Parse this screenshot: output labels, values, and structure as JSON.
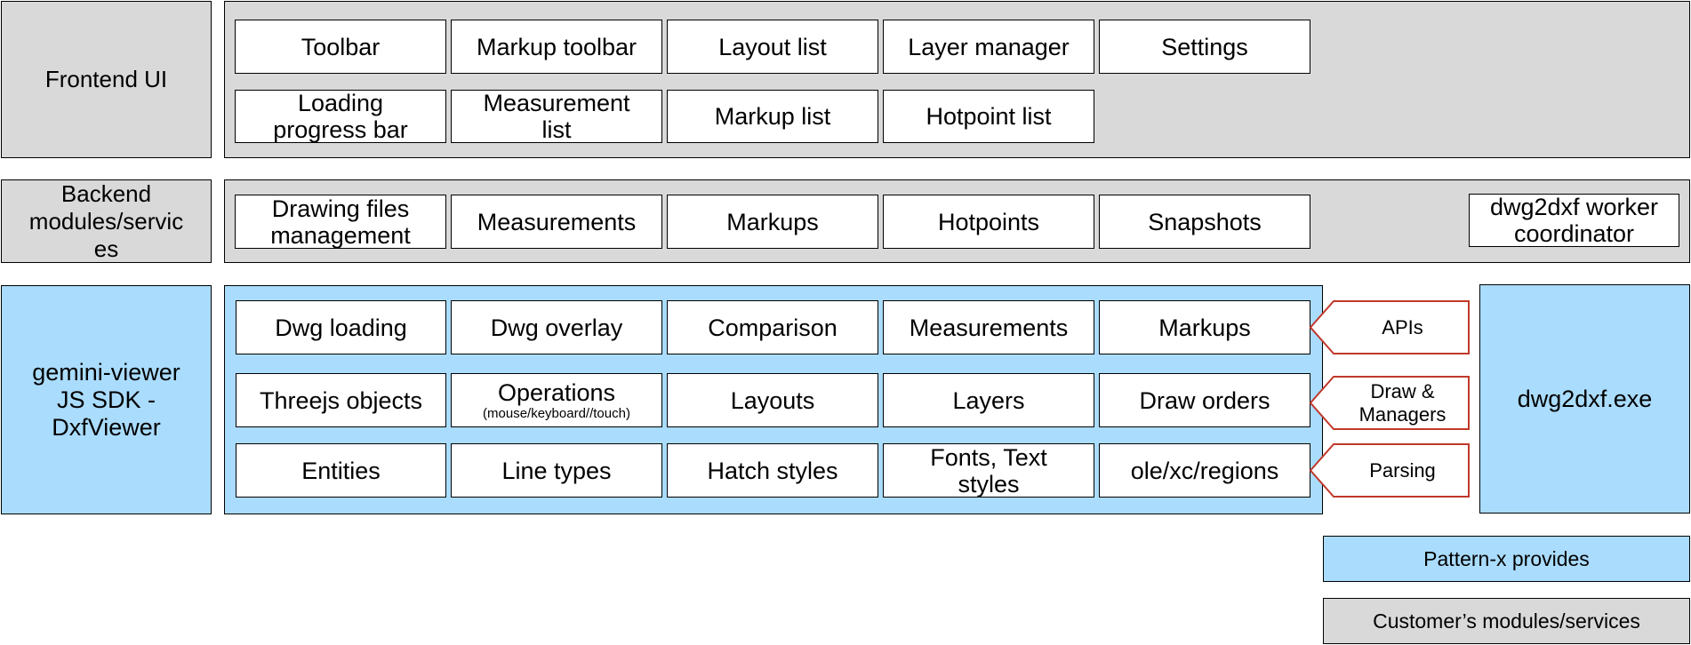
{
  "frontend": {
    "label": "Frontend UI",
    "row1": [
      "Toolbar",
      "Markup toolbar",
      "Layout list",
      "Layer manager",
      "Settings"
    ],
    "row2": [
      "Loading\nprogress bar",
      "Measurement\nlist",
      "Markup list",
      "Hotpoint list"
    ]
  },
  "backend": {
    "label": "Backend\nmodules/servic\nes",
    "items": [
      "Drawing files\nmanagement",
      "Measurements",
      "Markups",
      "Hotpoints",
      "Snapshots"
    ],
    "worker": "dwg2dxf worker\ncoordinator"
  },
  "sdk": {
    "label": "gemini-viewer\nJS SDK -\nDxfViewer",
    "row1": [
      "Dwg loading",
      "Dwg overlay",
      "Comparison",
      "Measurements",
      "Markups"
    ],
    "row2": {
      "threejs": "Threejs objects",
      "operations_title": "Operations",
      "operations_sub": "(mouse/keyboard//touch)",
      "layouts": "Layouts",
      "layers": "Layers",
      "draw_orders": "Draw orders"
    },
    "row3": [
      "Entities",
      "Line types",
      "Hatch styles",
      "Fonts, Text\nstyles",
      "ole/xc/regions"
    ]
  },
  "arrows": [
    "APIs",
    "Draw &\nManagers",
    "Parsing"
  ],
  "exe": {
    "label": "dwg2dxf.exe"
  },
  "legend": {
    "provided": "Pattern-x provides",
    "customer": "Customer’s modules/services"
  },
  "colors": {
    "gray": "#d9d9d9",
    "blue": "#aadcfe",
    "arrow_stroke": "#c0392b"
  }
}
